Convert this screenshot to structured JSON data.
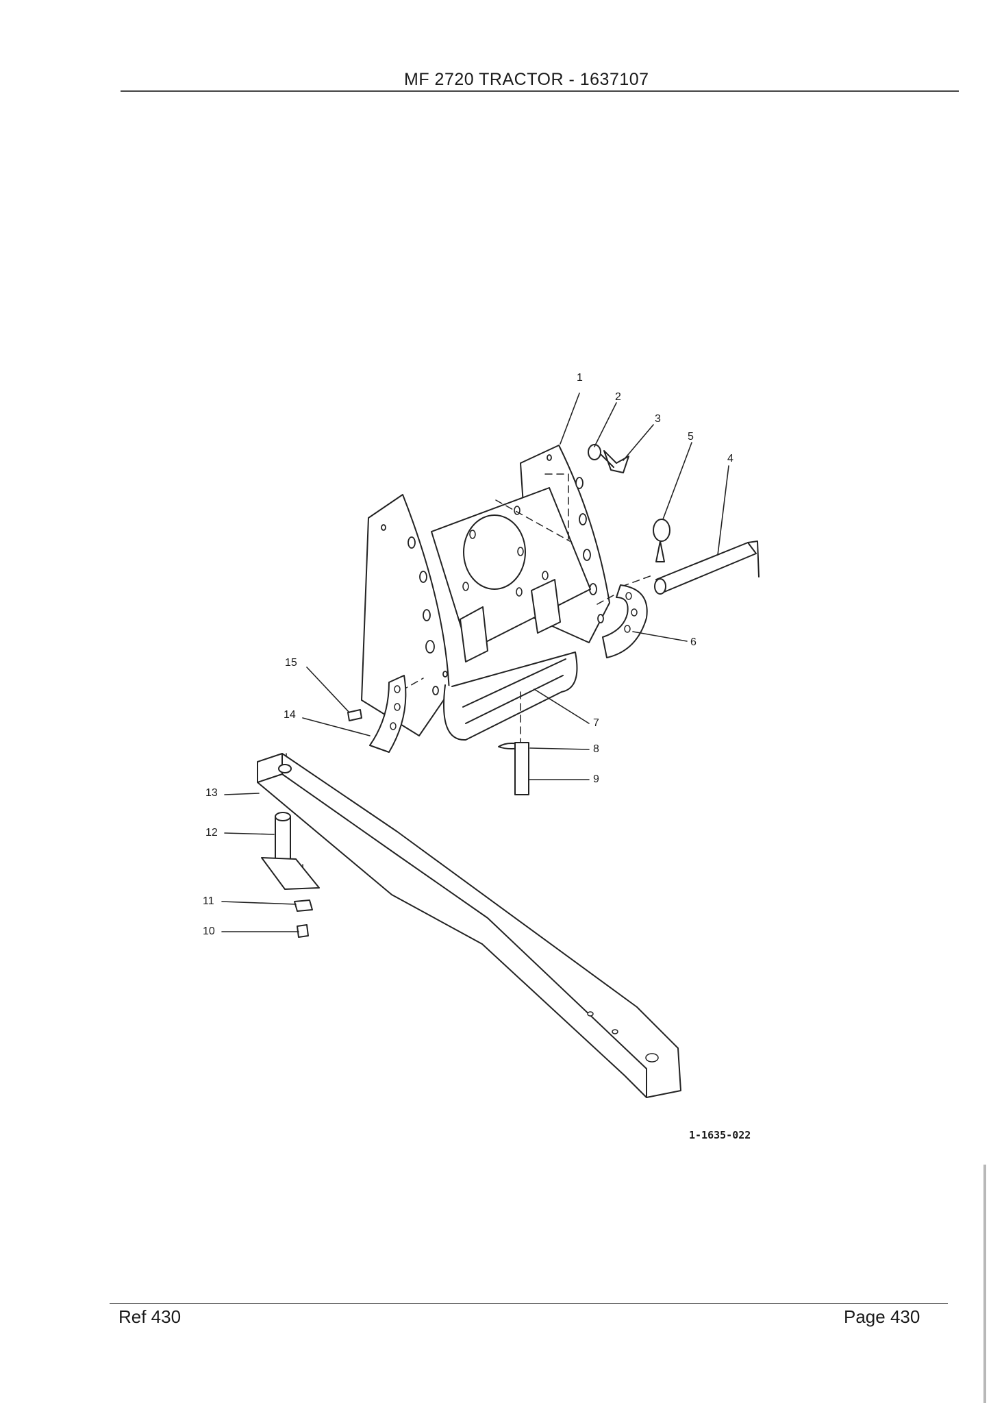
{
  "header": {
    "title": "MF 2720 TRACTOR - 1637107"
  },
  "diagram": {
    "code": "1-1635-022",
    "callouts": [
      {
        "label": "1"
      },
      {
        "label": "2"
      },
      {
        "label": "3"
      },
      {
        "label": "5"
      },
      {
        "label": "4"
      },
      {
        "label": "6"
      },
      {
        "label": "15"
      },
      {
        "label": "14"
      },
      {
        "label": "7"
      },
      {
        "label": "8"
      },
      {
        "label": "9"
      },
      {
        "label": "13"
      },
      {
        "label": "12"
      },
      {
        "label": "11"
      },
      {
        "label": "10"
      }
    ]
  },
  "footer": {
    "ref": "Ref  430",
    "page": "Page  430"
  }
}
